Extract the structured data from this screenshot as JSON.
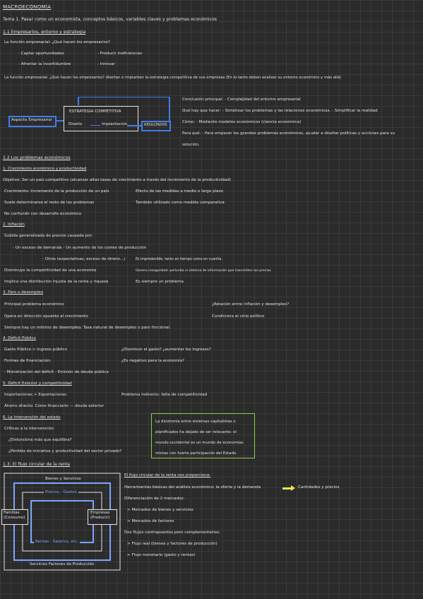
{
  "header": {
    "title": "MACROECONOMÍA"
  },
  "tema": "Tema 1. Pasar como un economista, conceptos básicos, variables claves y problemas económicos",
  "s11": {
    "title": "1.1 Empresarios, entorno y estrategia",
    "q1": "La función empresarial: ¿Qué hacen los empresarios?",
    "b1": "- Captar oportunidades",
    "b2": "- Producir ineficiencias",
    "b3": "- Afrontar la incertidumbre",
    "b4": "- Innovar",
    "q2": "La función empresarial: ¿Qué hacen los empresarios? diseñan e implantan la estrategia competitiva de sus empresas (En lo tanto deben analizar su entorno económico y más allá)"
  },
  "diagram": {
    "left": "Aspecto Empresarial",
    "estrategia": "ESTRATEGIA COMPETITIVA",
    "diseno": "Diseño",
    "implantacion": "Implantación",
    "resultados": "RESULTADOS"
  },
  "notes": {
    "n1": "Conclusión principal: - Complejidad del entorno empresarial",
    "n2": "Qué hay que hacer: - Sintetizar los problemas y las relaciones económicas. - Simplificar la realidad",
    "n3": "Cómo: - Mediante modelos económicos (ciencia económica)",
    "n4": "Para qué: - Para empezar los grandes problemas económicos, ayudar a diseñar políticas y acciones para su",
    "n5": "solución."
  },
  "s12": {
    "title": "1.2 Los problemas económicos",
    "c1": "1. Crecimiento económico y productividad",
    "obj": "Objetivo: Ser un país competitivo (alcanzar altas tasas de crecimiento a través del incremento de la productividad)",
    "cr1": "Crecimiento: incremento de la producción de un país",
    "cr2": "Efecto de las medidas a medio o largo plazo",
    "cr3": "Suele determinarse el resto de los problemas",
    "cr4": "También utilizado como medida comparativa",
    "cr5": "No confundir con desarrollo económico",
    "c2": "2. Inflación",
    "inf1": "Subida generalizada de precios causada por:",
    "inf2": "- Un exceso de demanda   - Un aumento de los costes de producción",
    "inf3": "- Otros (expectativas, exceso de dinero...)",
    "inf4": "Es impredecible, tanto en tiempo como en cuantía.",
    "inf5": "Disminuye la competitividad de una economía",
    "inf6": "Genera inseguridad: perturba el sistema de información que transmiten los precios",
    "inf7": "Implica una distribución injusta de la renta y riqueza",
    "inf8": "Es siempre un problema",
    "c3": "3. Paro o desempleo",
    "p1": "Principal problema económico",
    "p2": "¿Relación entre inflación y desempleo?",
    "p3": "Opera en dirección opuesta al crecimiento",
    "p4": "Condiciona al ciclo político",
    "p5": "Siempre hay un mínimo de desempleo: Tasa natural de desempleo o paro friccional.",
    "c4": "4. Déficit Público",
    "d1": "Gasto Público > Ingreso público",
    "d2": "¿Disminuir el gasto? ¿aumentar los ingresos?",
    "d3": "Formas de financiación:",
    "d4": "¿Es negativo para la economía?",
    "d5": "- Monetización del déficit   - Emisión de deuda pública",
    "c5": "5. Déficit Exterior y competitividad",
    "e1": "Importaciones > Exportaciones",
    "e2": "Problema indirecto: falta de competitividad",
    "e3": "Ahorro directo: Cómo financiarlo — deuda exterior",
    "c6": "6. La Intervención del estado",
    "i1": "Críticas a la intervención:",
    "i2": "¿Distorsiona más que equilibra?",
    "i3": "¿Pérdida de iniciativa y productividad del sector privado?",
    "green": "La dicotomía entre sistemas capitalistas o planificados ha dejado de ser relevante: el mundo occidental es un mundo de economías mixtas con fuerte participación del Estado."
  },
  "s13": {
    "title": "1.3. El flujo circular de la renta",
    "bienes": "Bienes y Servicios",
    "precios": "Precios - Gastos",
    "familias": "Familias (Consumo)",
    "empresas": "Empresas (Producir)",
    "rentas": "Rentas - Salarios, etc.",
    "servicios": "Servicios Factores de Producción",
    "r1": "El flujo circular de la renta nos proporciona:",
    "r2": "Herramientas básicas del análisis económico: la oferta y la demanda",
    "r2b": "Cantidades y precios",
    "r3": "Diferenciación de 2 mercados:",
    "r4": "> Mercados de bienes y servicios",
    "r5": "> Mercados de factores",
    "r6": "Dos flujos contrapuestos pero complementarios:",
    "r7": "> Flujo real (bienes y factores de producción)",
    "r8": "> Flujo monetario (gasto y rentas)"
  }
}
